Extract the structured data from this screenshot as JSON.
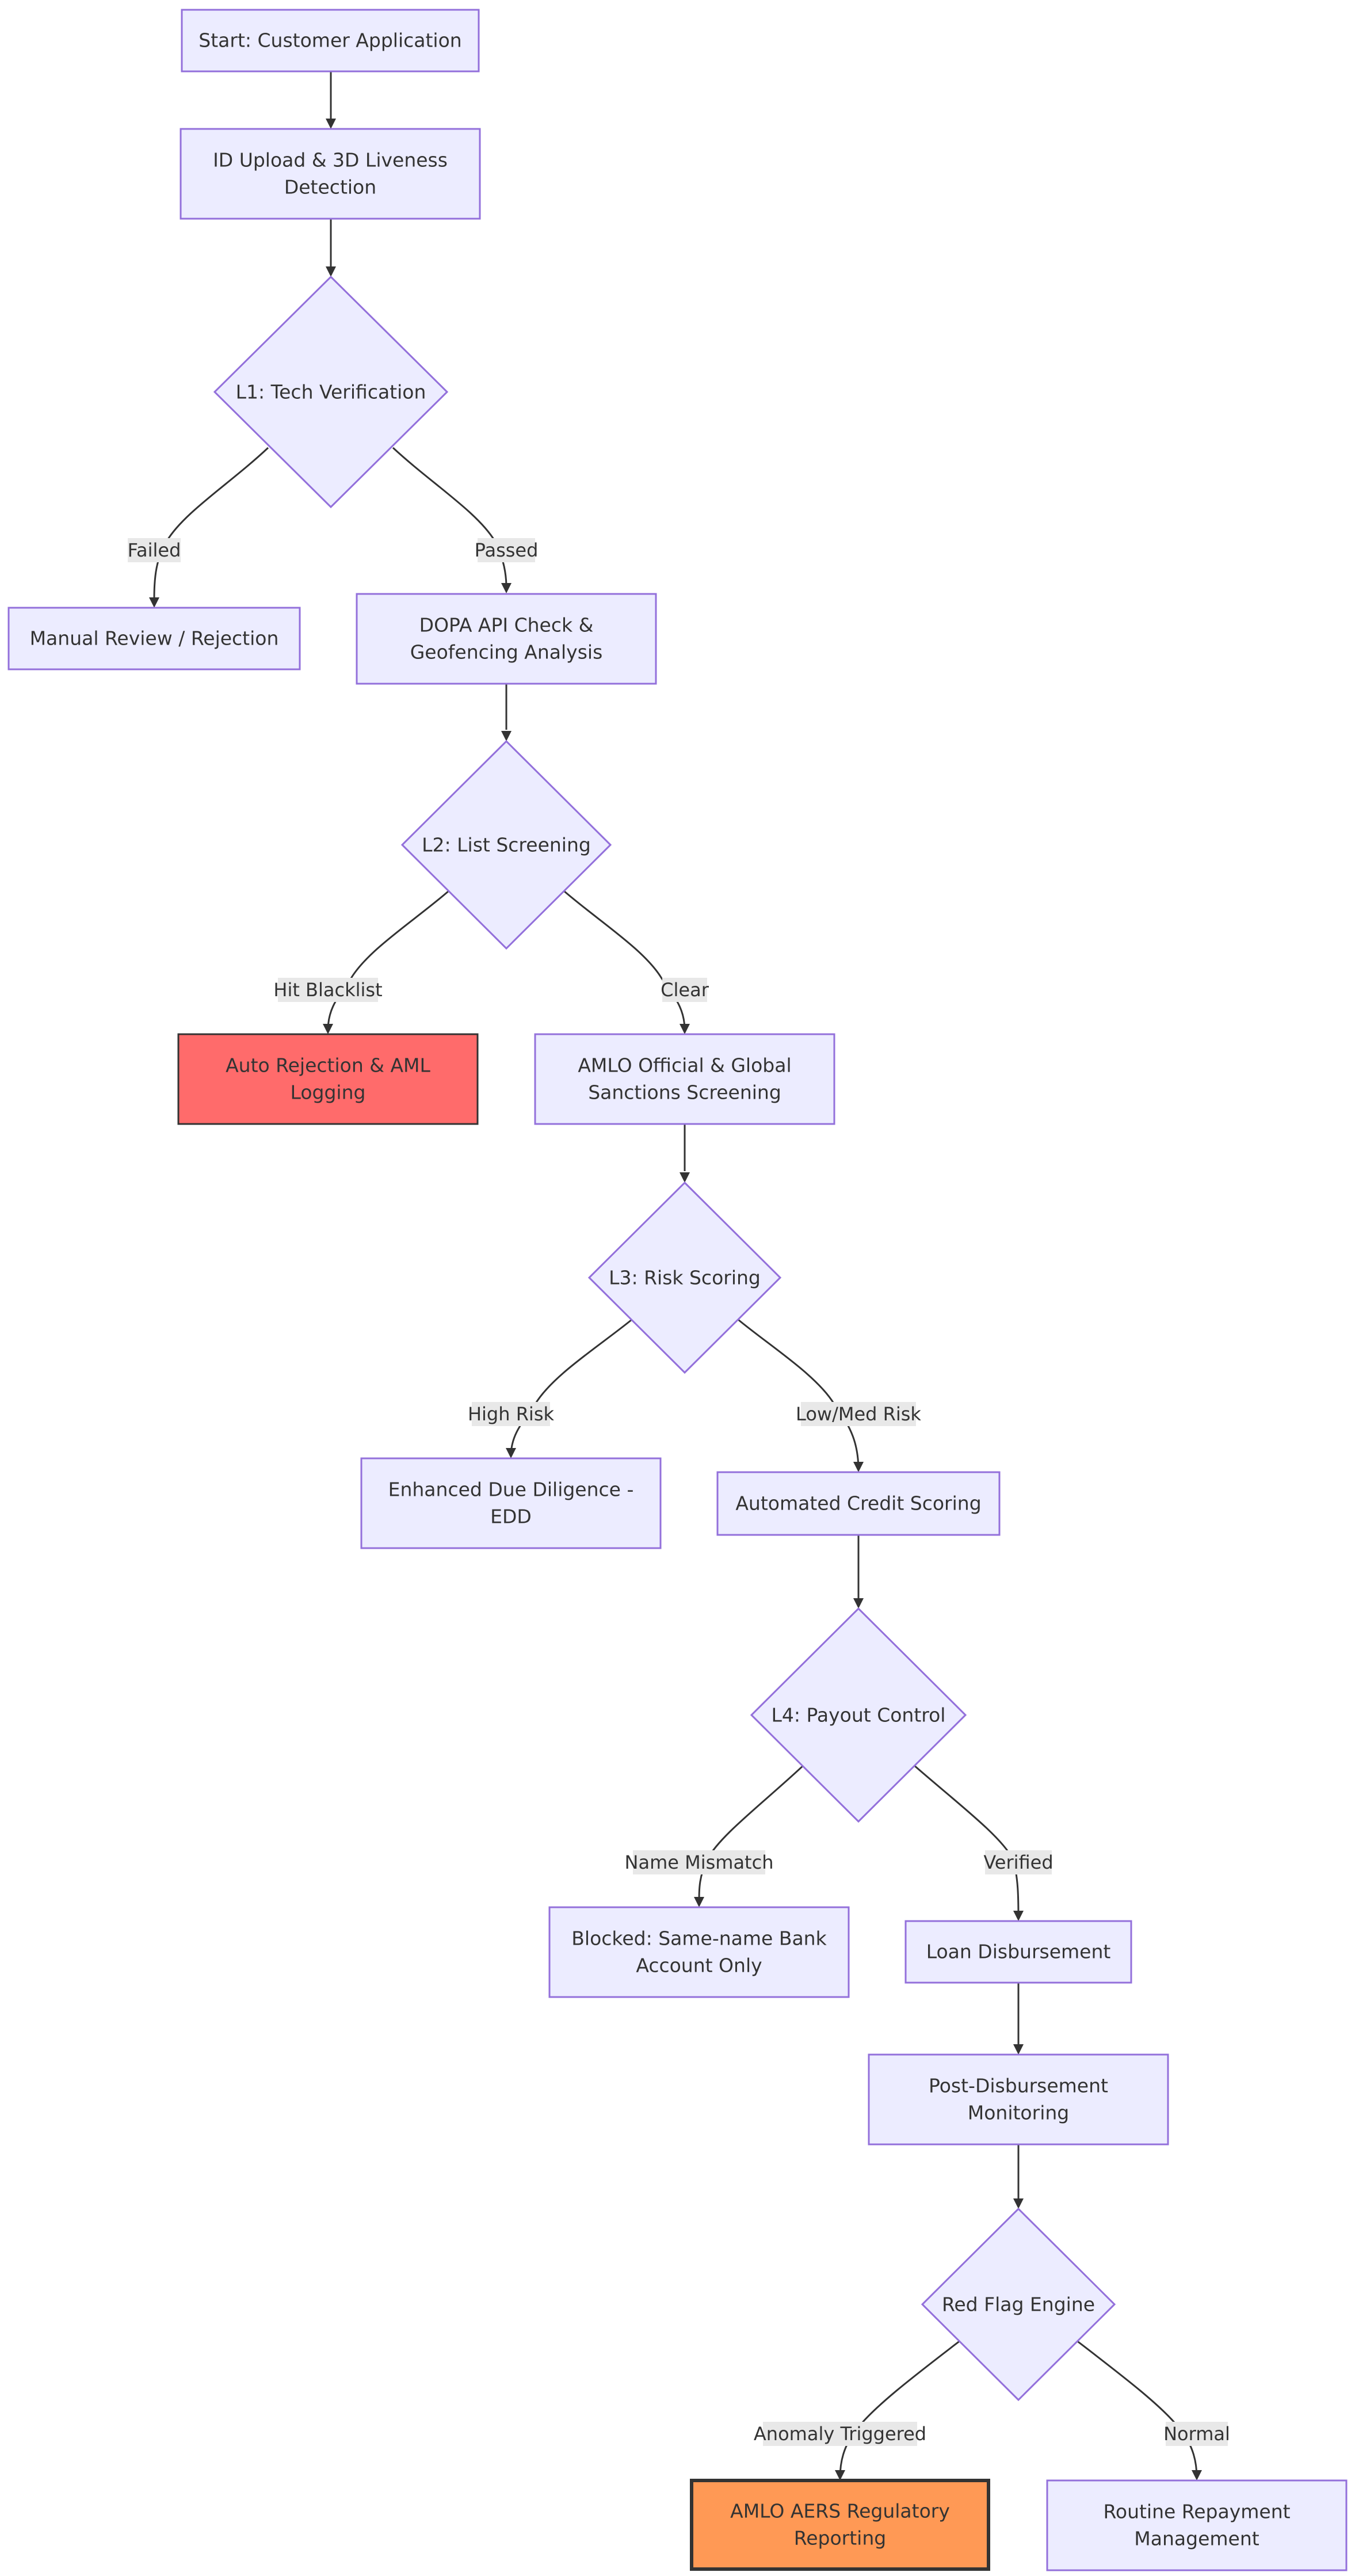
{
  "nodes": {
    "start": "Start: Customer Application",
    "id_upload": [
      "ID Upload & 3D Liveness",
      "Detection"
    ],
    "l1": "L1: Tech Verification",
    "manual_review": "Manual Review / Rejection",
    "dopa": [
      "DOPA API Check &",
      "Geofencing Analysis"
    ],
    "l2": "L2: List Screening",
    "auto_reject": [
      "Auto Rejection & AML",
      "Logging"
    ],
    "amlo_screening": [
      "AMLO Official & Global",
      "Sanctions Screening"
    ],
    "l3": "L3: Risk Scoring",
    "edd": [
      "Enhanced Due Diligence -",
      "EDD"
    ],
    "credit_scoring": "Automated Credit Scoring",
    "l4": "L4: Payout Control",
    "blocked": [
      "Blocked: Same-name Bank",
      "Account Only"
    ],
    "disbursement": "Loan Disbursement",
    "monitoring": [
      "Post-Disbursement",
      "Monitoring"
    ],
    "red_flag": "Red Flag Engine",
    "aers": [
      "AMLO AERS Regulatory",
      "Reporting"
    ],
    "repayment": [
      "Routine Repayment",
      "Management"
    ]
  },
  "edges": {
    "failed": "Failed",
    "passed": "Passed",
    "hit_blacklist": "Hit Blacklist",
    "clear": "Clear",
    "high_risk": "High Risk",
    "low_med_risk": "Low/Med Risk",
    "name_mismatch": "Name Mismatch",
    "verified": "Verified",
    "anomaly_triggered": "Anomaly Triggered",
    "normal": "Normal"
  },
  "colors": {
    "node_fill": "#ECECFF",
    "node_stroke": "#9370DB",
    "rejection_fill": "#FF6B6B",
    "reporting_fill": "#FF9955",
    "edge": "#333333"
  }
}
